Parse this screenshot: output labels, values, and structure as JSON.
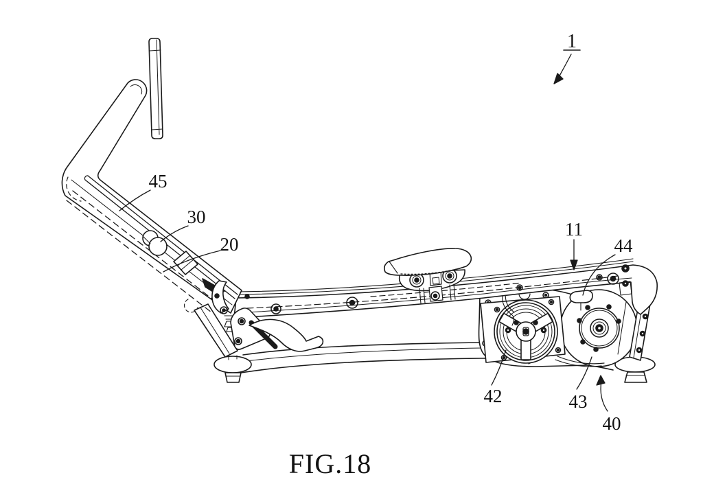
{
  "figure": {
    "caption": "FIG.18",
    "labels": {
      "l1": "1",
      "l45": "45",
      "l30": "30",
      "l20": "20",
      "l11": "11",
      "l44": "44",
      "l42": "42",
      "l43": "43",
      "l40": "40"
    }
  },
  "drawing": {
    "ink_color": "#1a1a1a",
    "background_color": "#ffffff"
  }
}
